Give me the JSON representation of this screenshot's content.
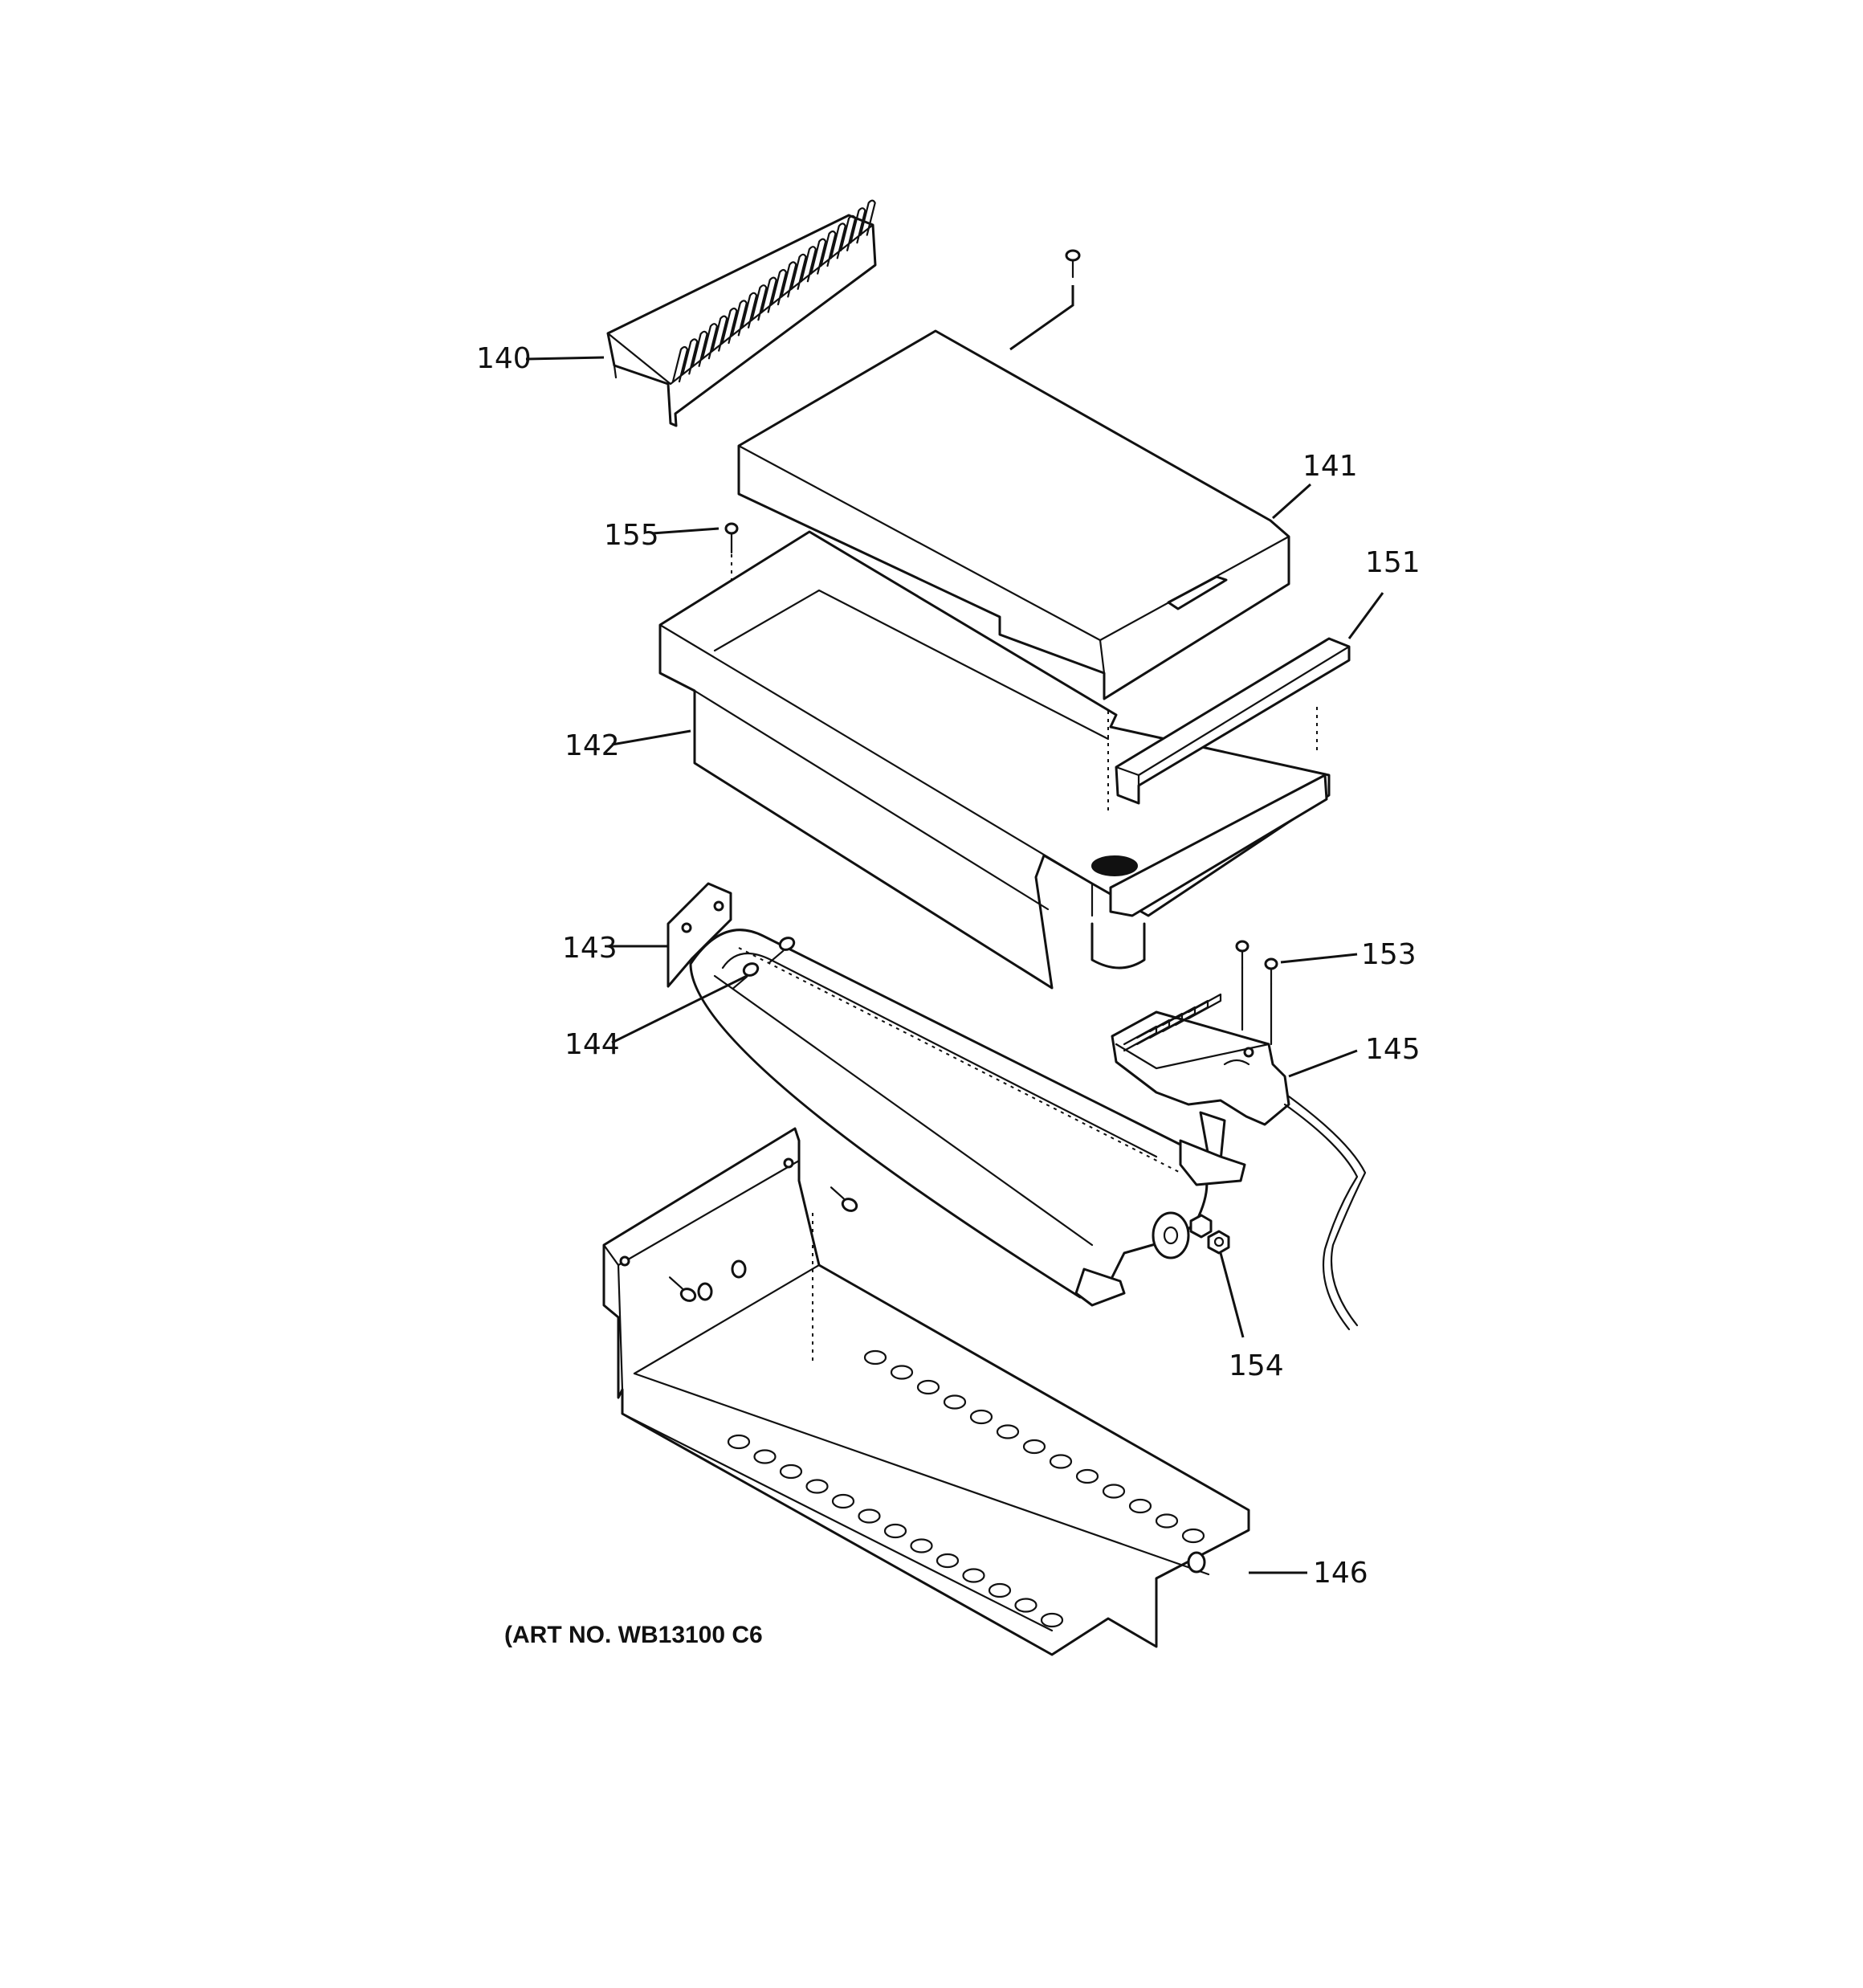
{
  "callouts": {
    "p140": "140",
    "p141": "141",
    "p142": "142",
    "p143": "143",
    "p144": "144",
    "p145": "145",
    "p146": "146",
    "p151": "151",
    "p153": "153",
    "p154": "154",
    "p155": "155"
  },
  "art_number": "(ART NO. WB13100 C6",
  "colors": {
    "line": "#111111",
    "background": "#ffffff"
  }
}
